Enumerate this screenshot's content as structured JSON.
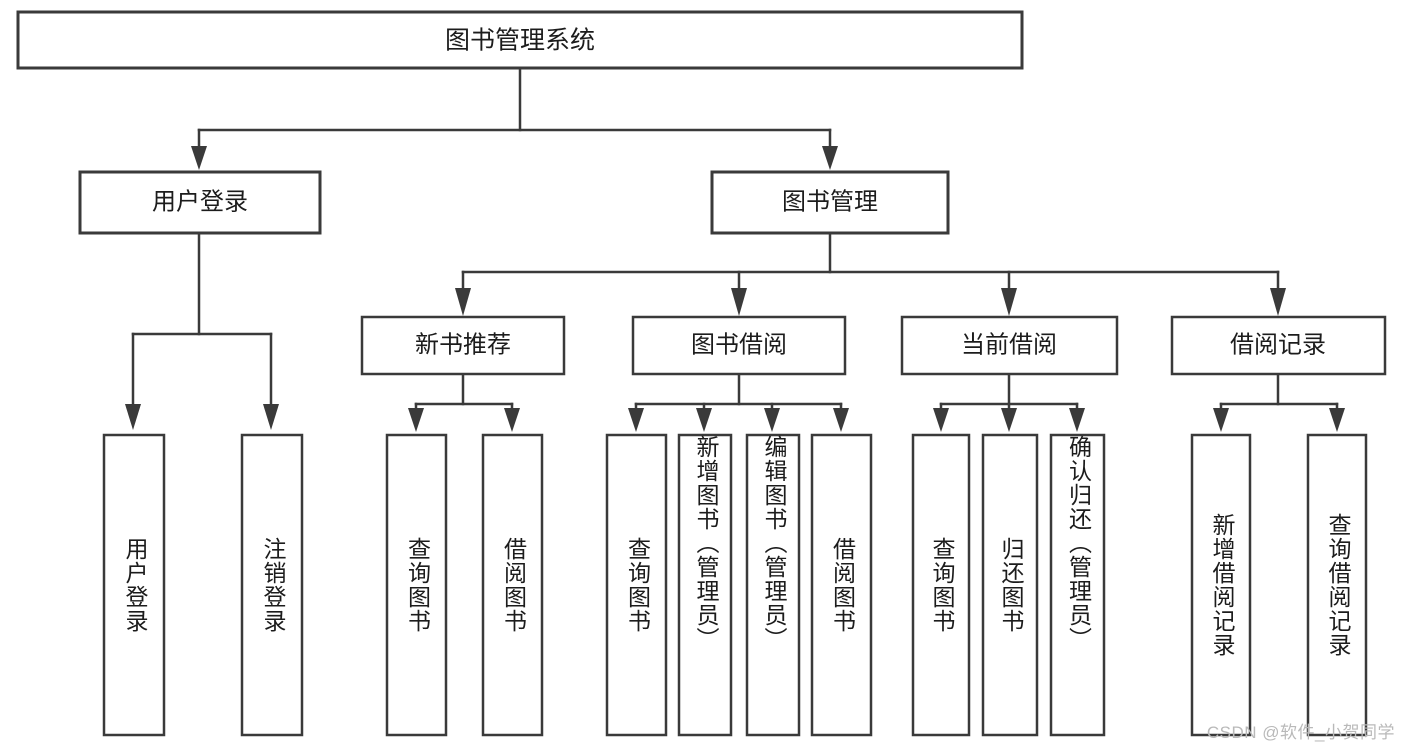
{
  "diagram": {
    "title": "图书管理系统",
    "type": "tree-hierarchy",
    "root": {
      "label": "图书管理系统"
    },
    "level2": [
      {
        "label": "用户登录"
      },
      {
        "label": "图书管理"
      }
    ],
    "level3": [
      {
        "label": "新书推荐",
        "parent": "图书管理"
      },
      {
        "label": "图书借阅",
        "parent": "图书管理"
      },
      {
        "label": "当前借阅",
        "parent": "图书管理"
      },
      {
        "label": "借阅记录",
        "parent": "图书管理"
      }
    ],
    "leaves": {
      "user_login": [
        {
          "label": "用户登录"
        },
        {
          "label": "注销登录"
        }
      ],
      "new_book_recommend": [
        {
          "label": "查询图书"
        },
        {
          "label": "借阅图书"
        }
      ],
      "book_borrow": [
        {
          "label": "查询图书"
        },
        {
          "label": "新增图书（管理员）"
        },
        {
          "label": "编辑图书（管理员）"
        },
        {
          "label": "借阅图书"
        }
      ],
      "current_borrow": [
        {
          "label": "查询图书"
        },
        {
          "label": "归还图书"
        },
        {
          "label": "确认归还（管理员）"
        }
      ],
      "borrow_record": [
        {
          "label": "新增借阅记录"
        },
        {
          "label": "查询借阅记录"
        }
      ]
    }
  },
  "watermark": {
    "text": "CSDN @软件_小贺同学"
  },
  "colors": {
    "box_border": "#3a3a3a",
    "box_fill": "#ffffff",
    "text": "#1c1c1c",
    "background": "#ffffff",
    "watermark": "#b9b9b9"
  }
}
